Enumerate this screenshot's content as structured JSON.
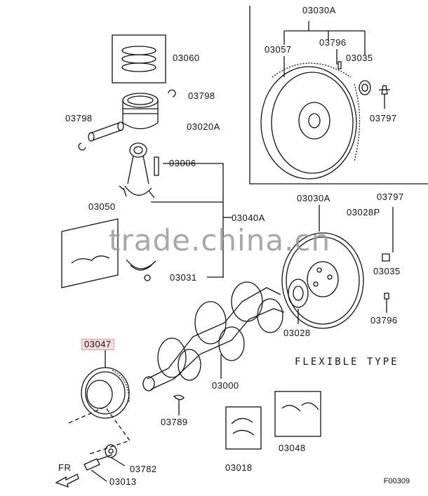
{
  "labels": {
    "l03030a_top": "03030A",
    "l03057": "03057",
    "l03796_top": "03796",
    "l03035_top": "03035",
    "l03797_top": "03797",
    "l03060": "03060",
    "l03798_right": "03798",
    "l03798_left": "03798",
    "l03020a": "03020A",
    "l03006": "03006",
    "l03050": "03050",
    "l03040a": "03040A",
    "l03031": "03031",
    "l03030a_mid": "03030A",
    "l03797_mid": "03797",
    "l03028p": "03028P",
    "l03035_mid": "03035",
    "l03796_mid": "03796",
    "l03028": "03028",
    "l03047": "03047",
    "l03000": "03000",
    "l03789": "03789",
    "l03048": "03048",
    "l03018": "03018",
    "l03782": "03782",
    "l03013": "03013"
  },
  "notes": {
    "flexible_type": "FLEXIBLE TYPE",
    "direction": "FR",
    "diagram_code": "F00309"
  },
  "watermark": "trade.china.cn",
  "colors": {
    "line": "#111111",
    "highlight": "#f6dede"
  }
}
